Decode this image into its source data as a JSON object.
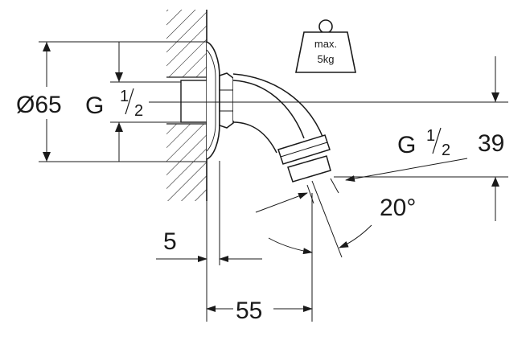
{
  "dimensions": {
    "flange_diameter": "Ø65",
    "thread_inlet": {
      "prefix": "G",
      "num": "1",
      "den": "2"
    },
    "thread_outlet": {
      "prefix": "G",
      "num": "1",
      "den": "2"
    },
    "height": "39",
    "angle": "20°",
    "flange_thickness": "5",
    "projection": "55"
  },
  "weight_badge": {
    "line1": "max.",
    "line2": "5kg"
  }
}
